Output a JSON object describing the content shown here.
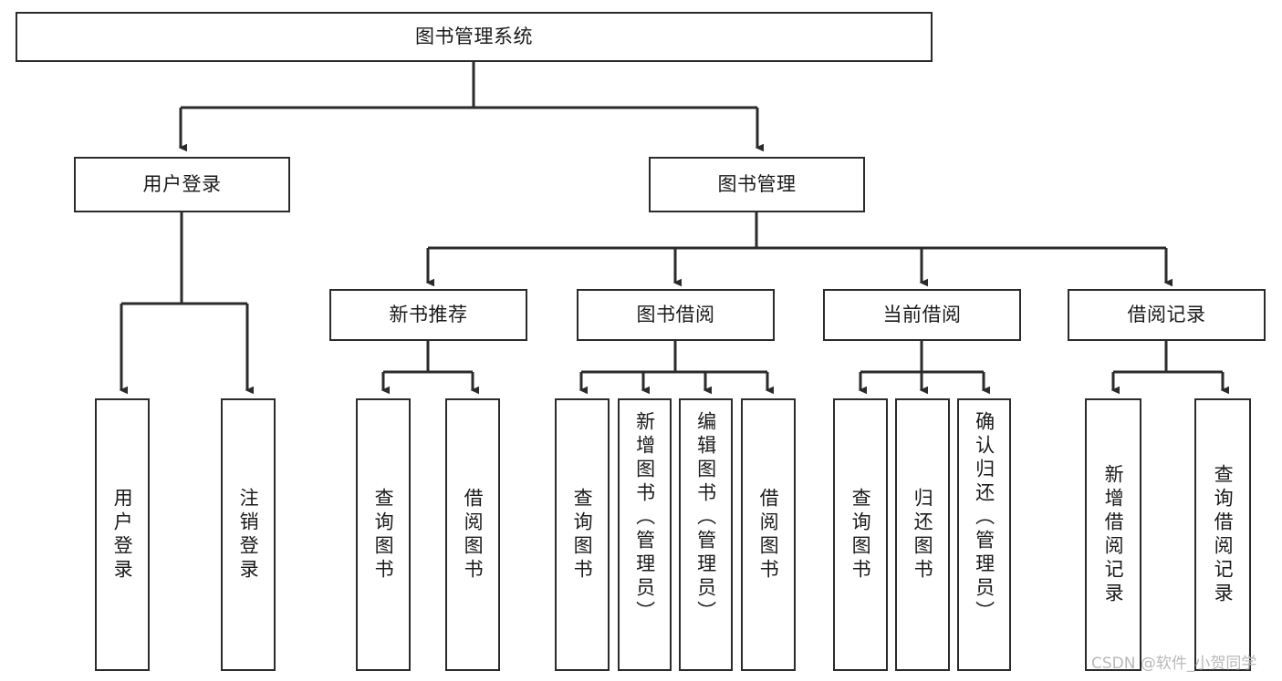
{
  "diagram": {
    "type": "tree-hierarchy",
    "title": "图书管理系统",
    "watermark": "CSDN @软件_小贺同学",
    "colors": {
      "box_border": "#2b2b2b",
      "box_fill": "#ffffff",
      "connector": "#2b2b2b",
      "text": "#1a1a1a",
      "watermark": "#b9b9b9"
    },
    "root": {
      "id": "root",
      "label": "图书管理系统"
    },
    "level2": [
      {
        "id": "user-login",
        "label": "用户登录"
      },
      {
        "id": "book-management",
        "label": "图书管理"
      }
    ],
    "level3": [
      {
        "id": "new-book-recommend",
        "label": "新书推荐",
        "parent": "book-management"
      },
      {
        "id": "book-borrow",
        "label": "图书借阅",
        "parent": "book-management"
      },
      {
        "id": "current-borrow",
        "label": "当前借阅",
        "parent": "book-management"
      },
      {
        "id": "borrow-record",
        "label": "借阅记录",
        "parent": "book-management"
      }
    ],
    "leaves": [
      {
        "id": "leaf-user-login",
        "label": "用户登录",
        "parent": "user-login"
      },
      {
        "id": "leaf-user-logout",
        "label": "注销登录",
        "parent": "user-login"
      },
      {
        "id": "leaf-query-book-1",
        "label": "查询图书",
        "parent": "new-book-recommend"
      },
      {
        "id": "leaf-borrow-book-1",
        "label": "借阅图书",
        "parent": "new-book-recommend"
      },
      {
        "id": "leaf-query-book-2",
        "label": "查询图书",
        "parent": "book-borrow"
      },
      {
        "id": "leaf-add-book",
        "label": "新增图书（管理员）",
        "parent": "book-borrow"
      },
      {
        "id": "leaf-edit-book",
        "label": "编辑图书（管理员）",
        "parent": "book-borrow"
      },
      {
        "id": "leaf-borrow-book-2",
        "label": "借阅图书",
        "parent": "book-borrow"
      },
      {
        "id": "leaf-query-book-3",
        "label": "查询图书",
        "parent": "current-borrow"
      },
      {
        "id": "leaf-return-book",
        "label": "归还图书",
        "parent": "current-borrow"
      },
      {
        "id": "leaf-confirm-return",
        "label": "确认归还（管理员）",
        "parent": "current-borrow"
      },
      {
        "id": "leaf-add-record",
        "label": "新增借阅记录",
        "parent": "borrow-record"
      },
      {
        "id": "leaf-query-record",
        "label": "查询借阅记录",
        "parent": "borrow-record"
      }
    ]
  }
}
